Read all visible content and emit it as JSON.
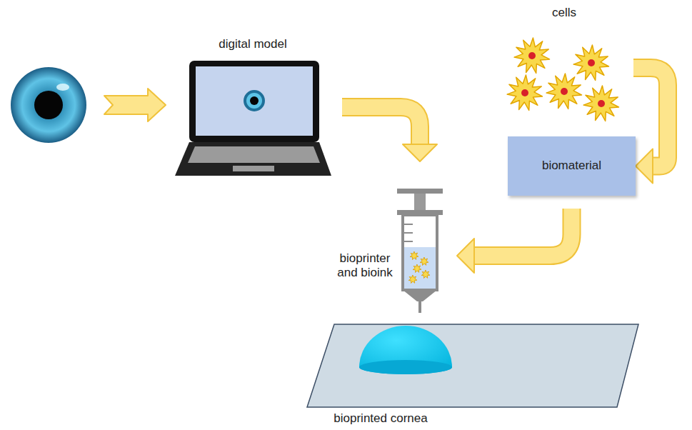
{
  "diagram": {
    "nodes": [
      {
        "text": [
          "digital model"
        ]
      },
      {
        "text": [
          "cells"
        ]
      },
      {
        "text": [
          "biomaterial"
        ]
      },
      {
        "text": [
          "bioprinter and bioink"
        ]
      },
      {
        "text": [
          "bioprinted cornea"
        ]
      }
    ],
    "edges": [
      {
        "from": 0,
        "to": 3,
        "arrow": "to"
      },
      {
        "from": 1,
        "to": 2,
        "arrow": "to"
      },
      {
        "from": 2,
        "to": 3,
        "arrow": "to"
      }
    ]
  }
}
